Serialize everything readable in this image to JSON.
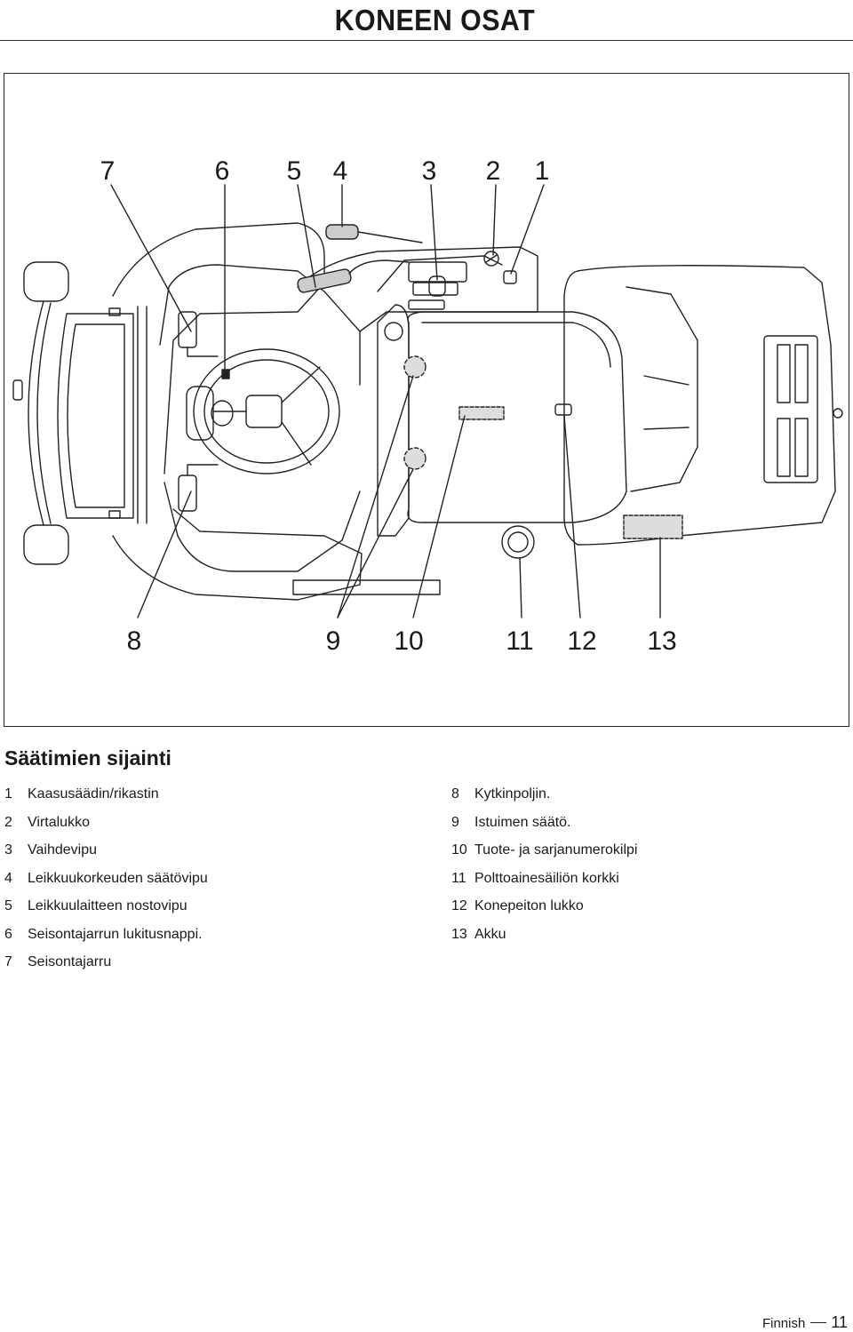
{
  "header": {
    "title": "KONEEN OSAT"
  },
  "figure": {
    "callouts_top": [
      "7",
      "6",
      "5",
      "4",
      "3",
      "2",
      "1"
    ],
    "callouts_bottom": [
      "8",
      "9",
      "10",
      "11",
      "12",
      "13"
    ]
  },
  "section": {
    "heading": "Säätimien sijainti"
  },
  "legend": {
    "left": [
      {
        "num": "1",
        "label": "Kaasusäädin/rikastin"
      },
      {
        "num": "2",
        "label": "Virtalukko"
      },
      {
        "num": "3",
        "label": "Vaihdevipu"
      },
      {
        "num": "4",
        "label": "Leikkuukorkeuden säätövipu"
      },
      {
        "num": "5",
        "label": "Leikkuulaitteen nostovipu"
      },
      {
        "num": "6",
        "label": "Seisontajarrun lukitusnappi."
      },
      {
        "num": "7",
        "label": "Seisontajarru"
      }
    ],
    "right": [
      {
        "num": "8",
        "label": "Kytkinpoljin."
      },
      {
        "num": "9",
        "label": "Istuimen säätö."
      },
      {
        "num": "10",
        "label": "Tuote- ja sarjanumerokilpi"
      },
      {
        "num": "11",
        "label": "Polttoainesäiliön korkki"
      },
      {
        "num": "12",
        "label": "Konepeiton lukko"
      },
      {
        "num": "13",
        "label": "Akku"
      }
    ]
  },
  "footer": {
    "language": "Finnish",
    "page": "11"
  }
}
